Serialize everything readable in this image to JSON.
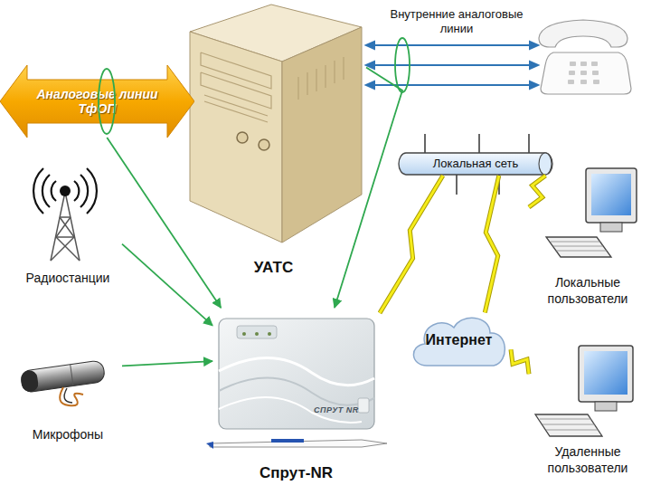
{
  "diagram": {
    "nodes": [
      {
        "text": [
          "Аналоговые линии ТфОП"
        ]
      },
      {
        "text": [
          "УАТС"
        ]
      },
      {
        "text": [
          "Локальная сеть"
        ]
      },
      {
        "text": [
          "Радиостанции"
        ]
      },
      {
        "text": [
          "Локальные пользователи"
        ]
      },
      {
        "text": [
          "Интернет"
        ]
      },
      {
        "text": [
          "Микрофоны"
        ]
      },
      {
        "text": [
          "СПРУТ NR",
          "Спрут-NR"
        ]
      },
      {
        "text": [
          "Удаленные пользователи"
        ]
      }
    ],
    "edges": [
      {
        "from": 0,
        "to": 7,
        "arrow": "to"
      },
      {
        "from": 3,
        "to": 7,
        "arrow": "to"
      },
      {
        "from": 6,
        "to": 7,
        "arrow": "to"
      },
      {
        "from": 1,
        "to": 7,
        "arrow": "to"
      },
      {
        "from": 2,
        "to": 7,
        "arrow": "none"
      },
      {
        "from": 2,
        "to": 5,
        "arrow": "none"
      },
      {
        "from": 2,
        "to": 4,
        "arrow": "none"
      },
      {
        "from": 5,
        "to": 8,
        "arrow": "none"
      }
    ],
    "labels": [
      "Внутренние аналоговые линии"
    ]
  }
}
